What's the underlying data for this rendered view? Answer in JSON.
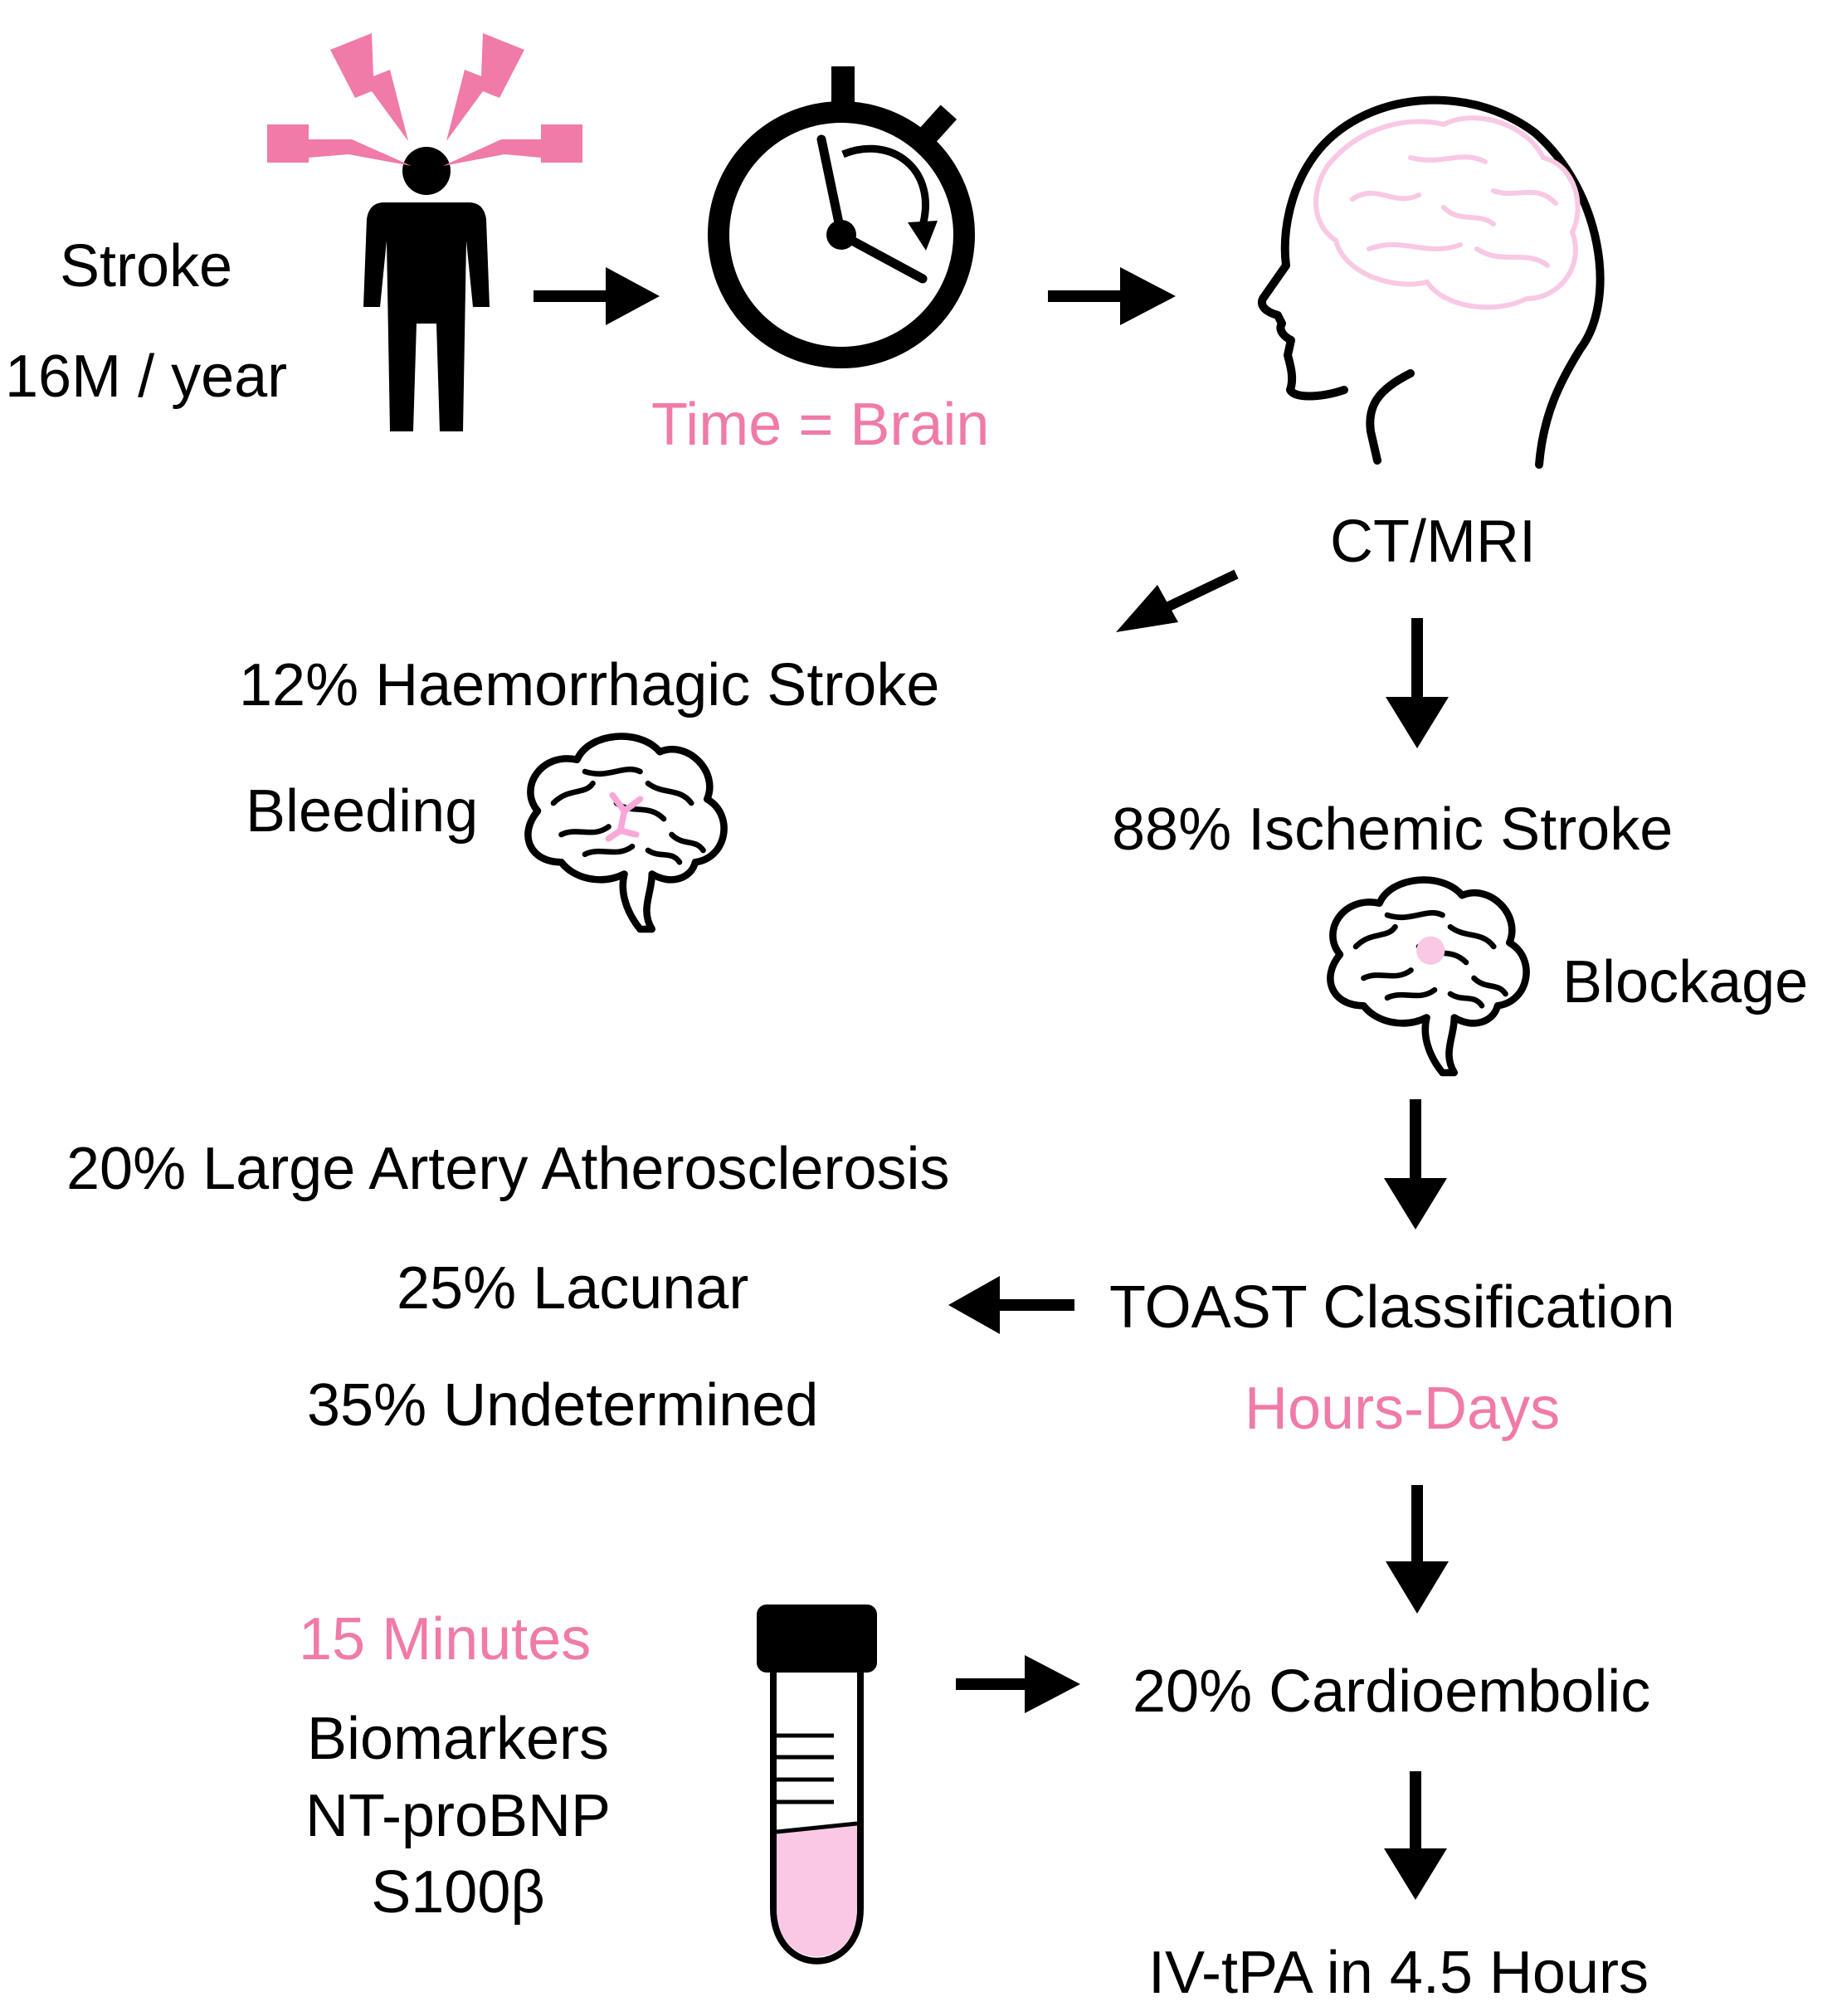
{
  "colors": {
    "ink": "#000000",
    "accent_pink": "#f07aa8",
    "light_pink": "#f8c8e4"
  },
  "labels": {
    "stroke": "Stroke",
    "incidence": "16M / year",
    "time_brain": "Time = Brain",
    "ct_mri": "CT/MRI",
    "haemorrhagic": "12% Haemorrhagic Stroke",
    "bleeding": "Bleeding",
    "ischemic": "88% Ischemic Stroke",
    "blockage": "Blockage",
    "large_artery": "20% Large Artery Atherosclerosis",
    "lacunar": "25% Lacunar",
    "undetermined": "35% Undetermined",
    "toast": "TOAST Classification",
    "hours_days": "Hours-Days",
    "minutes": "15 Minutes",
    "biomarkers": "Biomarkers",
    "ntprobnp": "NT-proBNP",
    "s100b": "S100β",
    "cardioembolic": "20% Cardioembolic",
    "ivtpa": "IV-tPA in 4.5 Hours"
  },
  "icons": [
    "person-icon",
    "lightning-icon",
    "stopwatch-icon",
    "head-brain-icon",
    "brain-bleeding-icon",
    "brain-blockage-icon",
    "test-tube-icon",
    "arrow-icon"
  ]
}
